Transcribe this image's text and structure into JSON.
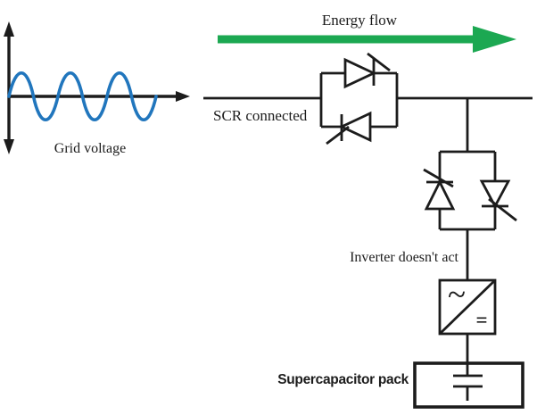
{
  "diagram": {
    "labels": {
      "energy_flow": "Energy flow",
      "grid_voltage": "Grid voltage",
      "scr_connected": "SCR connected",
      "inverter_state": "Inverter doesn't act",
      "supercapacitor": "Supercapacitor pack"
    },
    "converter": {
      "ac_symbol": "~",
      "dc_symbol": "="
    },
    "colors": {
      "wire": "#1c1c1c",
      "sine": "#2176bd",
      "arrow": "#1ca852",
      "text": "#1c1c1c",
      "background": "#ffffff"
    }
  }
}
